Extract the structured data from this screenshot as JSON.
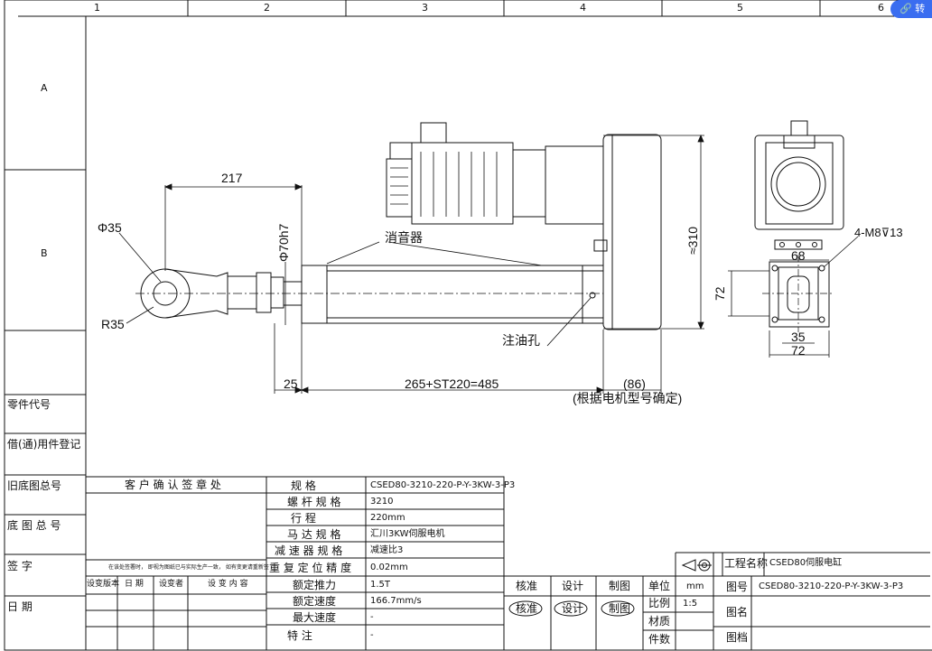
{
  "grid": {
    "cols": [
      "1",
      "2",
      "3",
      "4",
      "5",
      "6"
    ],
    "rows": [
      "A",
      "B"
    ]
  },
  "side_labels": {
    "part_code": "零件代号",
    "borrow_register": "借(通)用件登记",
    "old_drawing_no": "旧底图总号",
    "base_drawing_no": "底 图 总 号",
    "signature": "签    字",
    "date": "日    期"
  },
  "dims": {
    "d217": "217",
    "phi35": "Φ35",
    "r35": "R35",
    "phi70": "Φ70h7",
    "muffler": "消音器",
    "d310": "≈310",
    "m8": "4-M8⊽13",
    "d68": "68",
    "d72v": "72",
    "d35b": "35",
    "d72b": "72",
    "oil": "注油孔",
    "d25": "25",
    "stroke": "265+ST220=485",
    "d86": "(86)",
    "motor_note": "(根据电机型号确定)"
  },
  "customer": {
    "title": "客 户 确 认 签 章 处",
    "note": "在该处签署时， 即视为图纸已与实际生产一致， 如有变更请重新签",
    "cols": [
      "设变版本",
      "日  期",
      "设变者",
      "设 变 内 容"
    ]
  },
  "specs": [
    {
      "label": "规    格",
      "value": "CSED80-3210-220-P-Y-3KW-3-P3"
    },
    {
      "label": "螺 杆 规 格",
      "value": "3210"
    },
    {
      "label": "行    程",
      "value": "220mm"
    },
    {
      "label": "马 达 规 格",
      "value": "汇川3KW伺服电机"
    },
    {
      "label": "减 速 器 规 格",
      "value": "减速比3"
    },
    {
      "label": "重 复 定 位 精 度",
      "value": "0.02mm"
    },
    {
      "label": "额定推力",
      "value": "1.5T"
    },
    {
      "label": "额定速度",
      "value": "166.7mm/s"
    },
    {
      "label": "最大速度",
      "value": "-"
    },
    {
      "label": "特    注",
      "value": "-"
    }
  ],
  "title_block": {
    "check": "核准",
    "design": "设计",
    "drawing": "制图",
    "unit_label": "单位",
    "unit_value": "mm",
    "ratio_label": "比例",
    "ratio_value": "1:5",
    "material_label": "材质",
    "pieces_label": "件数",
    "project_label": "工程名称",
    "project_value": "CSED80伺服电缸",
    "drawing_no_label": "图号",
    "drawing_no_value": "CSED80-3210-220-P-Y-3KW-3-P3",
    "name_label": "图名",
    "archive_label": "图档"
  },
  "badge": "转",
  "colors": {
    "line": "#111111",
    "badge": "#3a6df0"
  }
}
